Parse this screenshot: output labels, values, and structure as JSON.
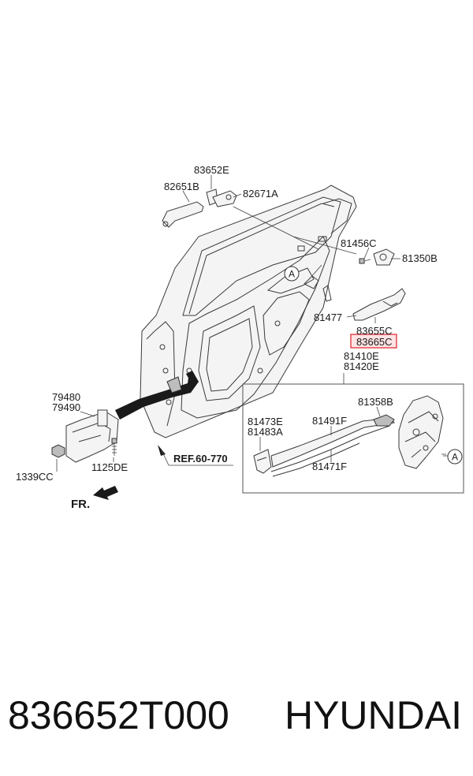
{
  "labels": {
    "p83652E": "83652E",
    "p82651B": "82651B",
    "p82671A": "82671A",
    "p81456C": "81456C",
    "p81350B": "81350B",
    "p81477": "81477",
    "p83655C": "83655C",
    "p83665C": "83665C",
    "p81410E": "81410E",
    "p81420E": "81420E",
    "p81358B": "81358B",
    "p81473E": "81473E",
    "p81483A": "81483A",
    "p81491F": "81491F",
    "p81471F": "81471F",
    "p79480": "79480",
    "p79490": "79490",
    "p1339CC": "1339CC",
    "p1125DE": "1125DE",
    "ref": "REF.60-770",
    "fr": "FR.",
    "circleA1": "A",
    "circleA2": "A"
  },
  "highlight_color": "#e0202a",
  "footer": {
    "part_number": "836652T000",
    "brand": "HYUNDAI"
  }
}
